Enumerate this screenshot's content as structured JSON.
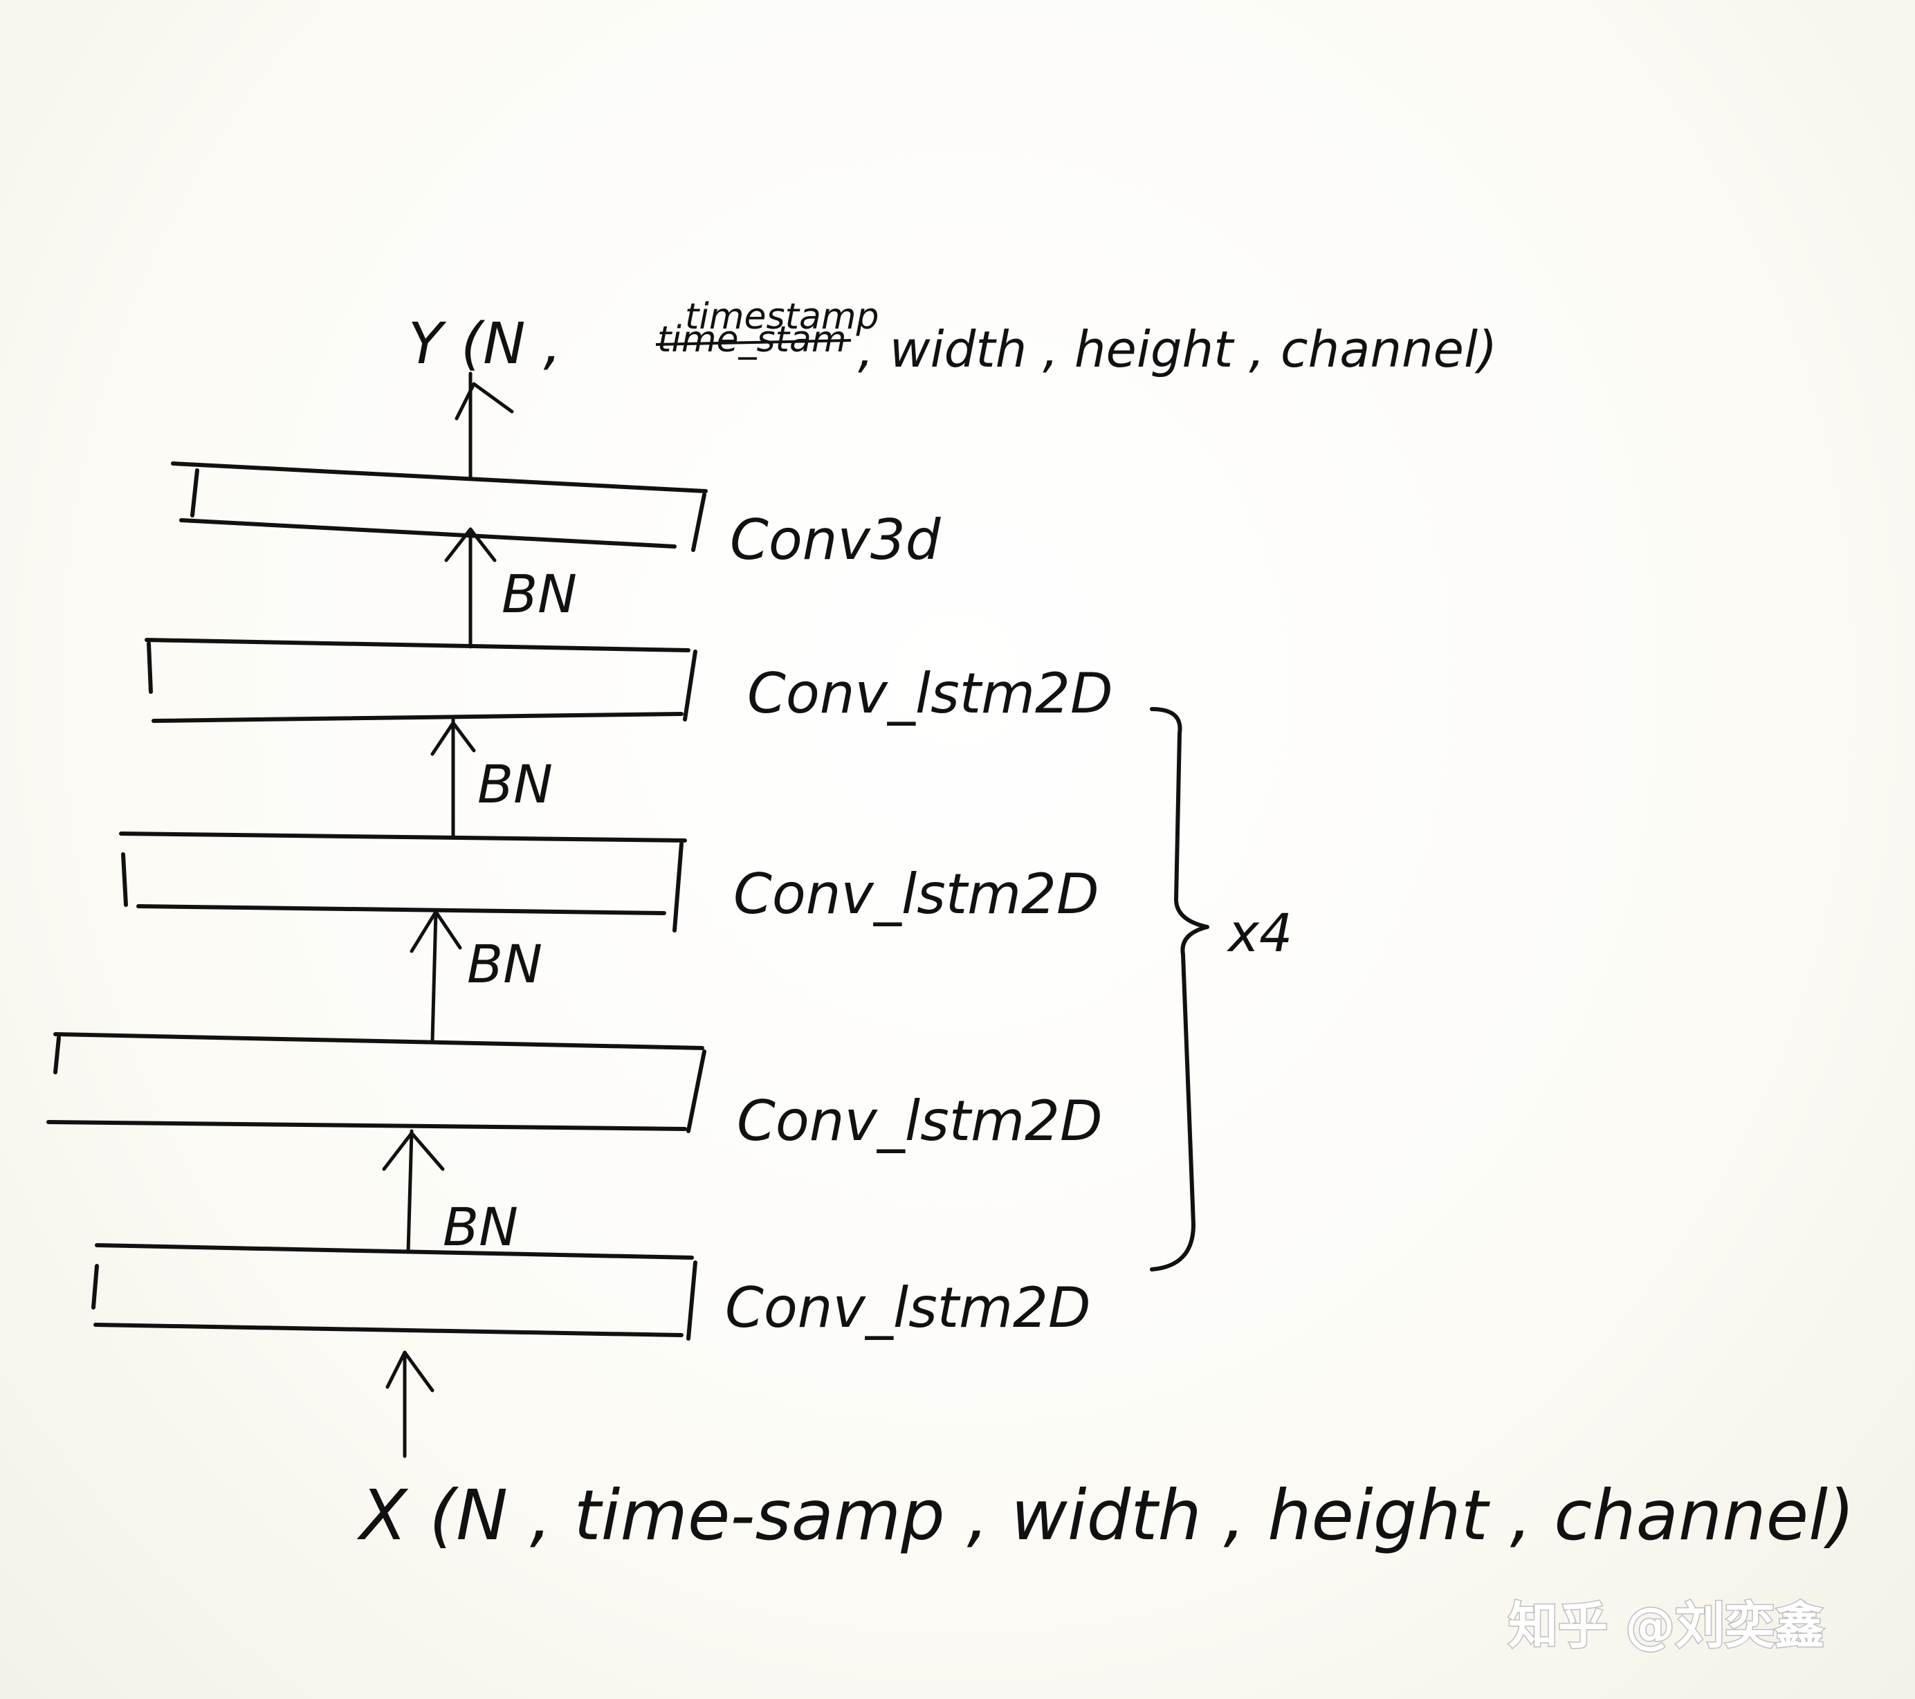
{
  "output_label": {
    "prefix": "Y (N ,",
    "struck": "time_stam",
    "suffix": ", width , height , channel)",
    "correction": "timestamp"
  },
  "input_label": "X (N , time-samp , width , height , channel)",
  "layers": [
    {
      "label": "Conv3d"
    },
    {
      "label": "Conv_lstm2D"
    },
    {
      "label": "Conv_lstm2D"
    },
    {
      "label": "Conv_lstm2D"
    },
    {
      "label": "Conv_lstm2D"
    }
  ],
  "bn_label": "BN",
  "repeat_label": "x4",
  "watermark": "知乎 @刘奕鑫"
}
